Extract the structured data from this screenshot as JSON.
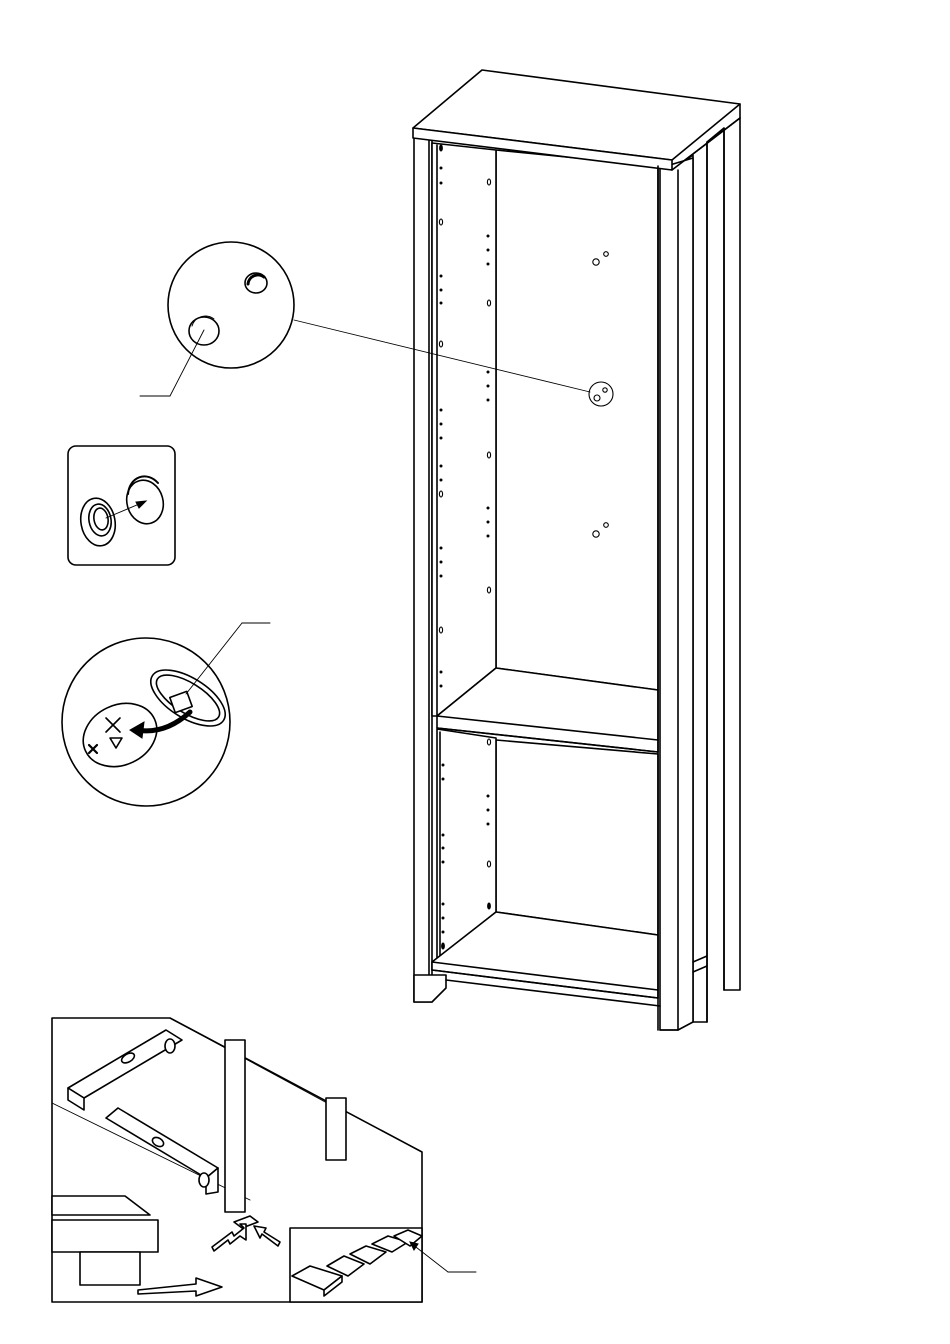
{
  "page": {
    "background": "#ffffff",
    "line_color": "#000000"
  },
  "figures": {
    "cabinet": "tall-bookcase-assembly",
    "hole_cover_detail": "cover-cap-detail",
    "cap_insert_detail": "cap-insertion-detail",
    "cam_lock_detail": "cam-lock-tightening-detail",
    "leveling_detail": "spirit-level-and-shims-detail"
  },
  "callouts": {
    "cover_cap_pointer": "",
    "cam_lock_pointer": "",
    "shim_pointer": ""
  }
}
